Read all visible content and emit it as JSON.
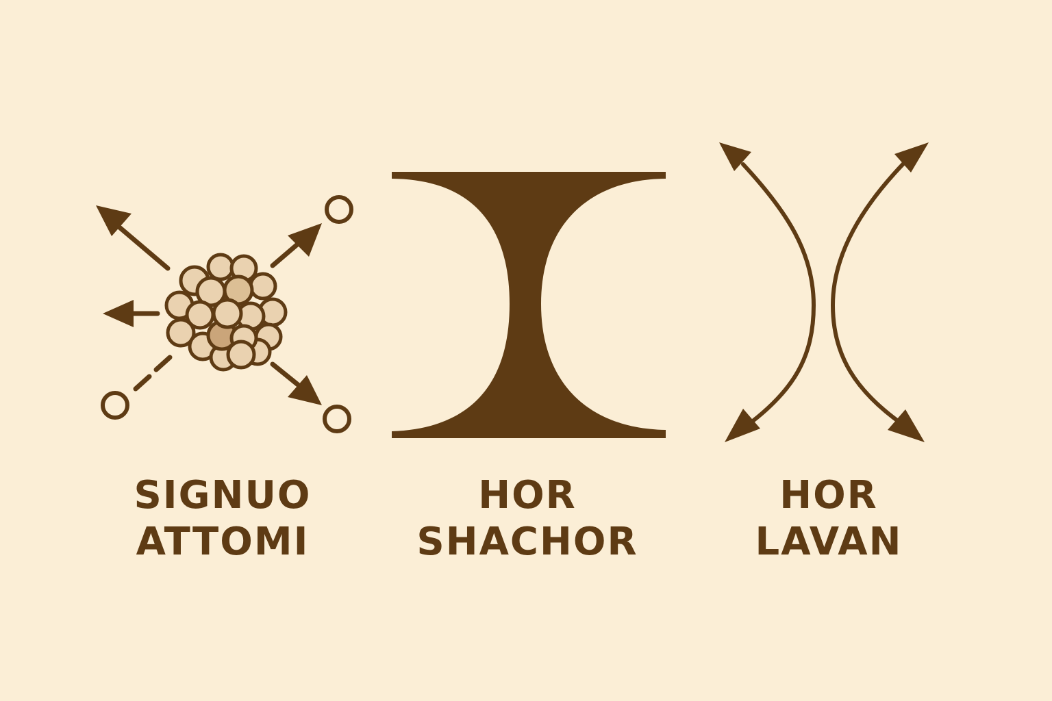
{
  "colors": {
    "background": "#fbeed6",
    "ink": "#5e3b14",
    "nucleon_fill": "#ead2b0",
    "nucleon_fill_dark": "#caa57a"
  },
  "panels": [
    {
      "icon": "atom-split-icon",
      "caption_line1": "SIGNUO",
      "caption_line2": "ATTOMI"
    },
    {
      "icon": "hourglass-shape-icon",
      "caption_line1": "HOR",
      "caption_line2": "SHACHOR"
    },
    {
      "icon": "diverging-arrows-icon",
      "caption_line1": "HOR",
      "caption_line2": "LAVAN"
    }
  ]
}
